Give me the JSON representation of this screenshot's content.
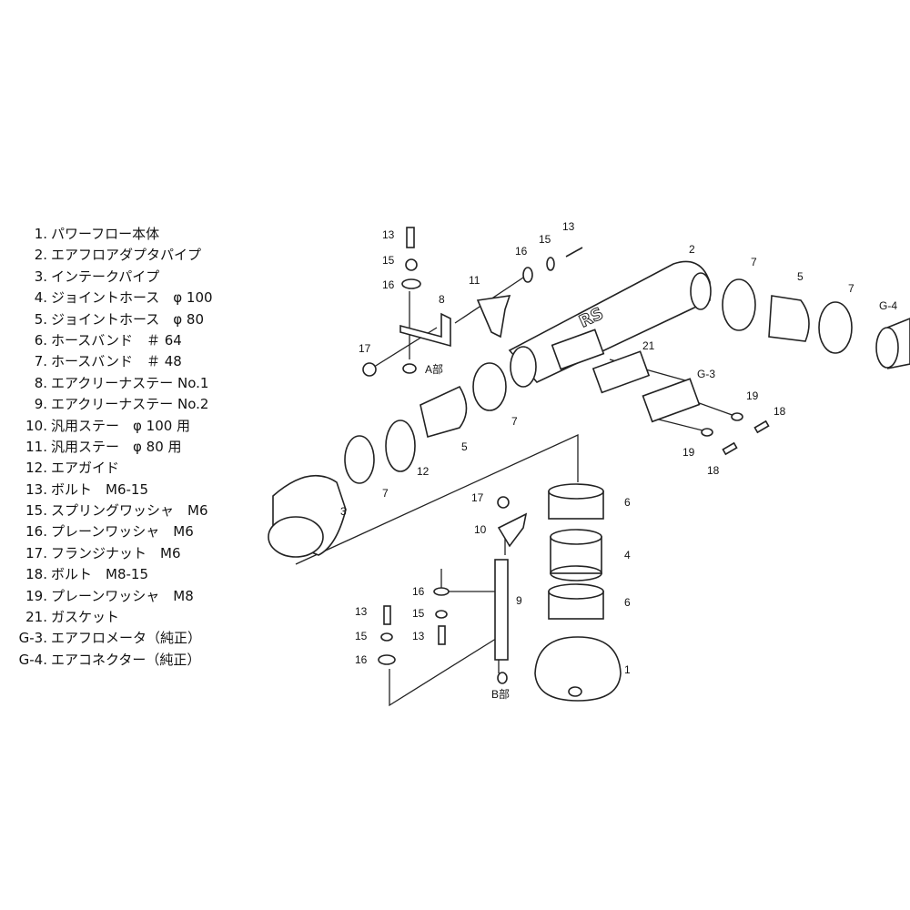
{
  "parts_list": [
    {
      "num": "1.",
      "name": "パワーフロー本体"
    },
    {
      "num": "2.",
      "name": "エアフロアダプタパイプ"
    },
    {
      "num": "3.",
      "name": "インテークパイプ"
    },
    {
      "num": "4.",
      "name": "ジョイントホース　φ 100"
    },
    {
      "num": "5.",
      "name": "ジョイントホース　φ 80"
    },
    {
      "num": "6.",
      "name": "ホースバンド　＃ 64"
    },
    {
      "num": "7.",
      "name": "ホースバンド　＃ 48"
    },
    {
      "num": "8.",
      "name": "エアクリーナステー No.1"
    },
    {
      "num": "9.",
      "name": "エアクリーナステー No.2"
    },
    {
      "num": "10.",
      "name": "汎用ステー　φ 100 用"
    },
    {
      "num": "11.",
      "name": "汎用ステー　φ 80 用"
    },
    {
      "num": "12.",
      "name": "エアガイド"
    },
    {
      "num": "13.",
      "name": "ボルト　M6-15"
    },
    {
      "num": "15.",
      "name": "スプリングワッシャ　M6"
    },
    {
      "num": "16.",
      "name": "プレーンワッシャ　M6"
    },
    {
      "num": "17.",
      "name": "フランジナット　M6"
    },
    {
      "num": "18.",
      "name": "ボルト　M8-15"
    },
    {
      "num": "19.",
      "name": "プレーンワッシャ　M8"
    },
    {
      "num": "21.",
      "name": "ガスケット"
    },
    {
      "num": "G-3.",
      "name": "エアフロメータ（純正）"
    },
    {
      "num": "G-4.",
      "name": "エアコネクター（純正）"
    }
  ],
  "callouts": [
    "13",
    "15",
    "16",
    "8",
    "11",
    "16",
    "15",
    "13",
    "2",
    "7",
    "5",
    "7",
    "G-4",
    "17",
    "A部",
    "21",
    "G-3",
    "19",
    "18",
    "19",
    "18",
    "7",
    "5",
    "12",
    "7",
    "3",
    "17",
    "10",
    "6",
    "4",
    "6",
    "1",
    "9",
    "16",
    "13",
    "15",
    "15",
    "13",
    "16",
    "B部"
  ],
  "logo_text": "RS"
}
